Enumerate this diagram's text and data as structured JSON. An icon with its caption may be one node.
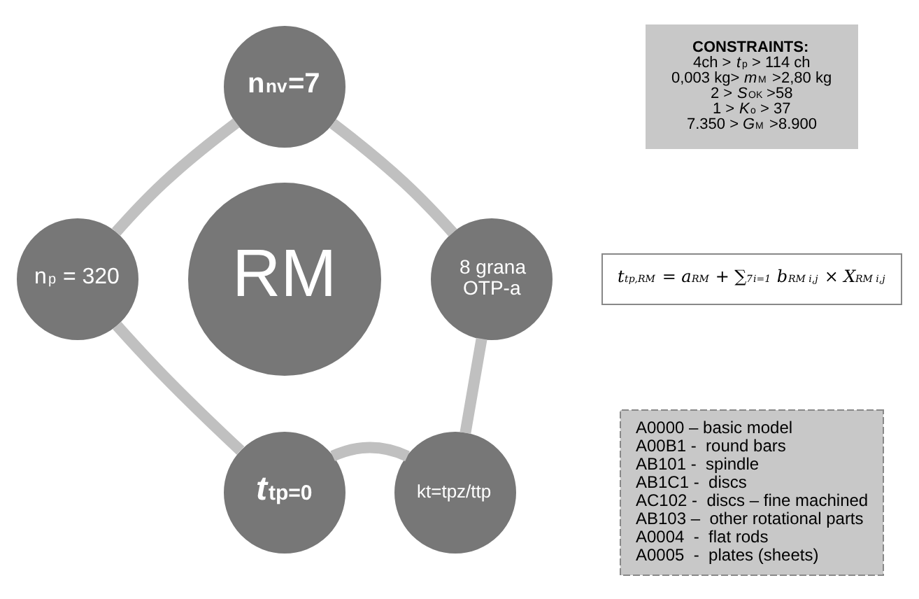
{
  "diagram": {
    "nodes": [
      {
        "text": [
          "n$_{nv}$=7"
        ]
      },
      {
        "text": [
          "n$_{p}$ = 320"
        ]
      },
      {
        "text": [
          "RM"
        ]
      },
      {
        "text": [
          "8 grana OTP-a"
        ]
      },
      {
        "text": [
          "*t*$_{tp=0}$"
        ]
      },
      {
        "text": [
          "kt=tpz/ttp"
        ]
      },
      {
        "text": [
          "CONSTRAINTS:",
          "4ch > *t*$_{p}$ > 114 ch",
          "0,003 kg> *m*$_{M}$ >2,80 kg",
          "2 > *S*$_{OK}$ >58",
          "1 > *K*$_{o}$ > 37",
          "7.350 > *G*$_{M}$ >8.900"
        ]
      },
      {
        "text": [
          "t$_{tp,RM}$ = a$_{RM}$ + ∑$^{7}$$_{i=1}$ b$_{RM i,j}$ × X$_{RM i,j}$"
        ]
      },
      {
        "text": [
          "A0000 – basic model",
          "A00B1 -  round bars",
          "AB101 -  spindle",
          "AB1C1 -  discs",
          "AC102 -  discs – fine machined",
          "AB103 –  other rotational parts",
          "A0004  -  flat rods",
          "A0005  -  plates (sheets)"
        ]
      }
    ],
    "edges": [
      {
        "from": 0,
        "to": 3,
        "arrow": "none"
      },
      {
        "from": 3,
        "to": 5,
        "arrow": "none"
      },
      {
        "from": 5,
        "to": 4,
        "arrow": "none"
      },
      {
        "from": 4,
        "to": 1,
        "arrow": "none"
      },
      {
        "from": 1,
        "to": 0,
        "arrow": "none"
      }
    ]
  }
}
